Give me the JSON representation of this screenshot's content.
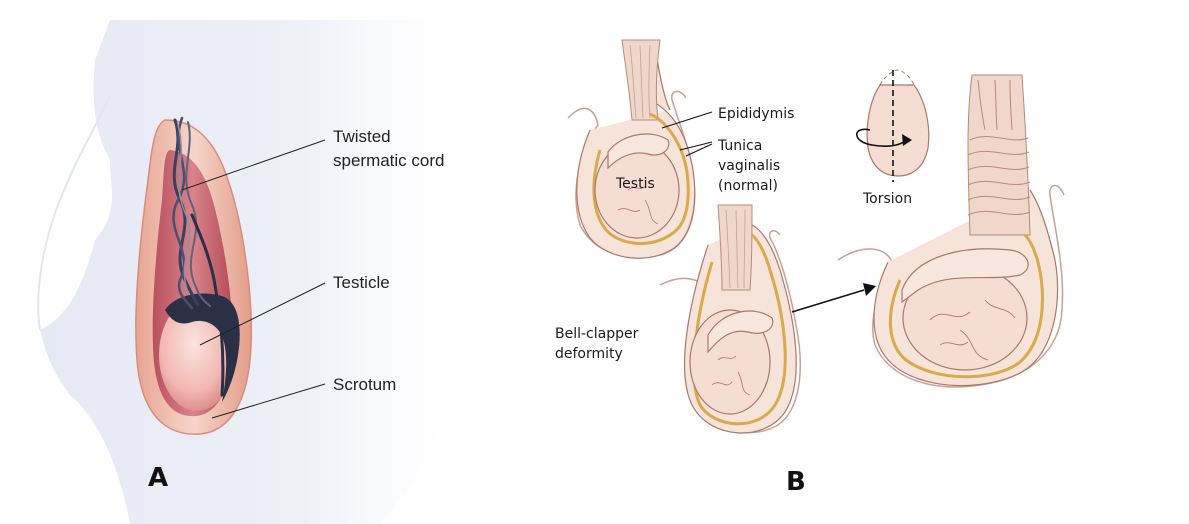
{
  "panel_a": {
    "panel_label": "A",
    "labels": {
      "cord_line1": "Twisted",
      "cord_line2": "spermatic cord",
      "testicle": "Testicle",
      "scrotum": "Scrotum"
    }
  },
  "panel_b": {
    "panel_label": "B",
    "labels": {
      "epididymis": "Epididymis",
      "tunica_line1": "Tunica",
      "tunica_line2": "vaginalis",
      "tunica_line3": "(normal)",
      "testis": "Testis",
      "torsion": "Torsion",
      "bell_line1": "Bell-clapper",
      "bell_line2": "deformity"
    }
  },
  "colors": {
    "tissue": "#f3dcd0",
    "tissue_outline": "#a9796a",
    "tunica": "#d9a94b",
    "cord_dark": "#2c3047",
    "scrotum_inner": "#c9656e",
    "body_tint": "#e9ecf6"
  }
}
